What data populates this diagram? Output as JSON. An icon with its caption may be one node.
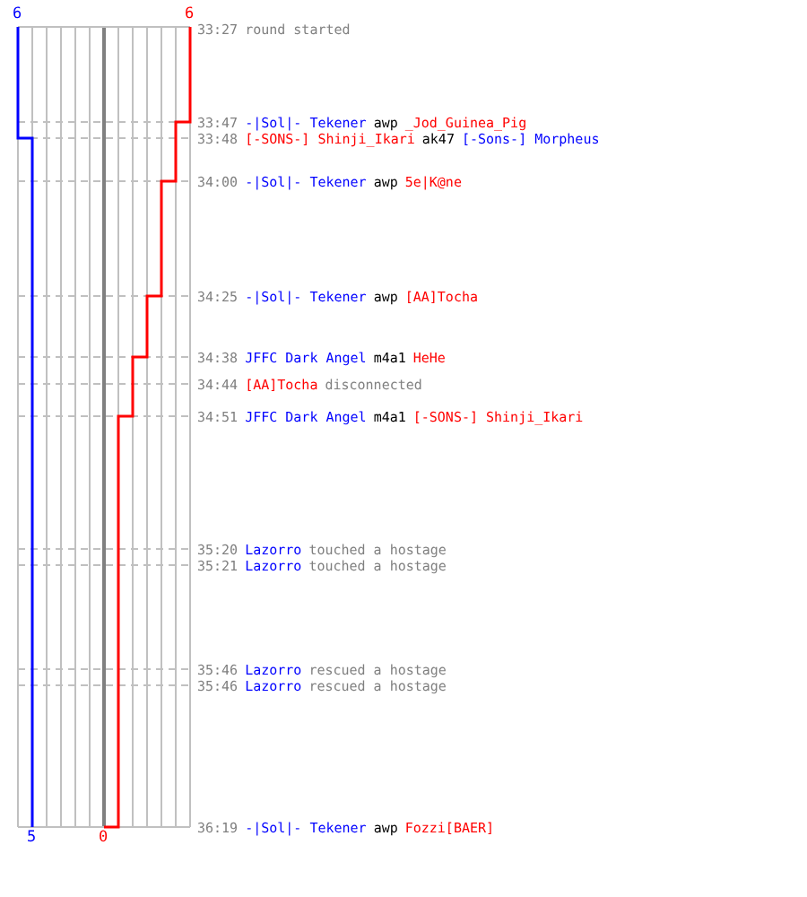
{
  "diagram": {
    "labels": [
      "6",
      "6",
      "33:27",
      "round started",
      "33:47",
      "-|Sol|- Tekener",
      "awp",
      "_Jod_Guinea_Pig",
      "33:48",
      "[-SONS-] Shinji_Ikari",
      "ak47",
      "[-Sons-] Morpheus",
      "34:00",
      "-|Sol|- Tekener",
      "awp",
      "5e|K@ne",
      "34:25",
      "-|Sol|- Tekener",
      "awp",
      "[AA]Tocha",
      "34:38",
      "JFFC Dark Angel",
      "m4a1",
      "HeHe",
      "34:44",
      "[AA]Tocha",
      "disconnected",
      "34:51",
      "JFFC Dark Angel",
      "m4a1",
      "[-SONS-] Shinji_Ikari",
      "35:20",
      "Lazorro",
      "touched a hostage",
      "35:21",
      "Lazorro",
      "touched a hostage",
      "35:46",
      "Lazorro",
      "rescued a hostage",
      "35:46",
      "Lazorro",
      "rescued a hostage",
      "36:19",
      "-|Sol|- Tekener",
      "awp",
      "Fozzi[BAER]",
      "5",
      "0"
    ]
  }
}
